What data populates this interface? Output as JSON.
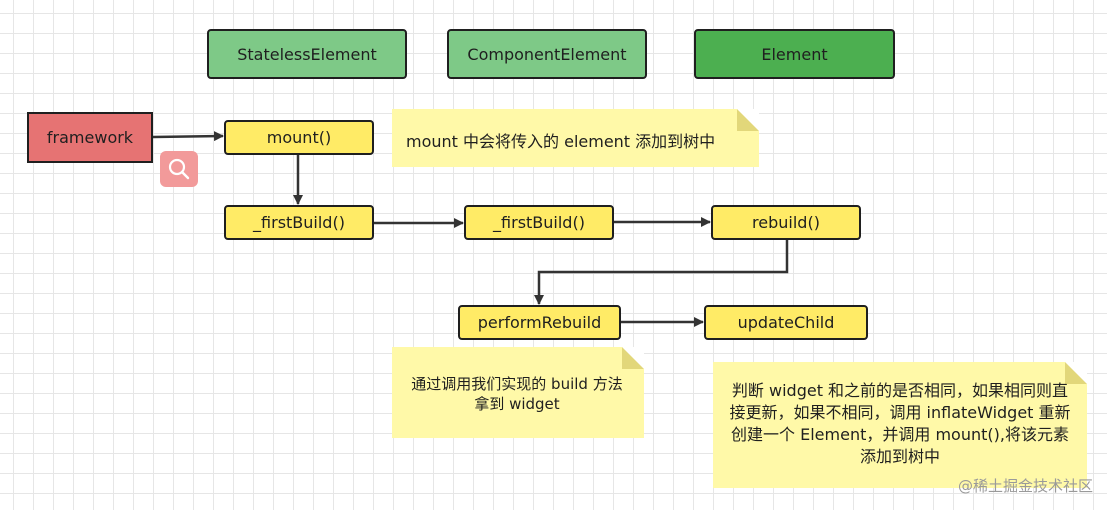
{
  "nodes": {
    "stateless": "StatelessElement",
    "component": "ComponentElement",
    "element": "Element",
    "framework": "framework",
    "mount": "mount()",
    "first_build_1": "_firstBuild()",
    "first_build_2": "_firstBuild()",
    "rebuild": "rebuild()",
    "perform_rebuild": "performRebuild",
    "update_child": "updateChild"
  },
  "notes": {
    "mount_note": "mount 中会将传入的 element 添加到树中",
    "perform_note": "通过调用我们实现的 build 方法拿到 widget",
    "update_note": "判断 widget 和之前的是否相同，如果相同则直接更新，如果不相同，调用 inflateWidget 重新创建一个 Element，并调用 mount(),将该元素添加到树中"
  },
  "watermark": "@稀土掘金技术社区",
  "icons": {
    "search": "search-icon"
  },
  "colors": {
    "green": "#7ec987",
    "green_dark": "#4caf50",
    "yellow": "#ffeb66",
    "red": "#e67373",
    "note": "#fff9a8"
  }
}
